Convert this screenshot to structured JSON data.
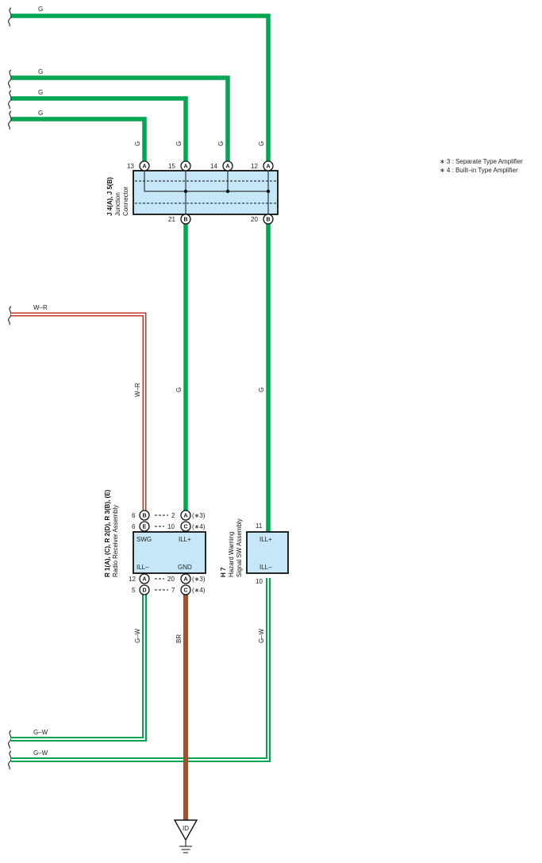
{
  "colors": {
    "wire_green": "#00a650",
    "wire_brown": "#a0522d",
    "wire_red": "#c0392b",
    "box_fill": "#c6e7f7",
    "stripe_white": "#ffffff"
  },
  "legend": {
    "note1": "∗ 3 : Separate Type Amplifier",
    "note2": "∗ 4 : Built–in Type Amplifier"
  },
  "wire_labels": {
    "g": "G",
    "w_r": "W–R",
    "g_w": "G–W",
    "br": "BR"
  },
  "junction": {
    "code": "J 4(A), J 5(B)",
    "name1": "Junction",
    "name2": "Connector",
    "pins_top": [
      {
        "num": "13",
        "conn": "A"
      },
      {
        "num": "15",
        "conn": "A"
      },
      {
        "num": "14",
        "conn": "A"
      },
      {
        "num": "12",
        "conn": "A"
      }
    ],
    "pins_bottom": [
      {
        "num": "21",
        "conn": "B"
      },
      {
        "num": "20",
        "conn": "B"
      }
    ]
  },
  "radio": {
    "code": "R 1(A), (C), R 2(D), R 3(B), (E)",
    "name": "Radio Receiver Assembly",
    "swg": "SWG",
    "ill_plus": "ILL+",
    "ill_minus": "ILL–",
    "gnd": "GND",
    "top_pins": [
      {
        "num": "6",
        "conn": "B",
        "num2": "2",
        "conn2": "A",
        "note": "(∗3)"
      },
      {
        "num": "6",
        "conn": "E",
        "num2": "10",
        "conn2": "C",
        "note": "(∗4)"
      }
    ],
    "bottom_pins": [
      {
        "num": "12",
        "conn": "A",
        "num2": "20",
        "conn2": "A",
        "note": "(∗3)"
      },
      {
        "num": "5",
        "conn": "D",
        "num2": "7",
        "conn2": "C",
        "note": "(∗4)"
      }
    ]
  },
  "hazard": {
    "code": "H 7",
    "name1": "Hazard Warning",
    "name2": "Signal SW Assembly",
    "ill_plus": "ILL+",
    "ill_minus": "ILL–",
    "pin_top": "11",
    "pin_bottom": "10"
  },
  "ground": {
    "label": "ID"
  }
}
